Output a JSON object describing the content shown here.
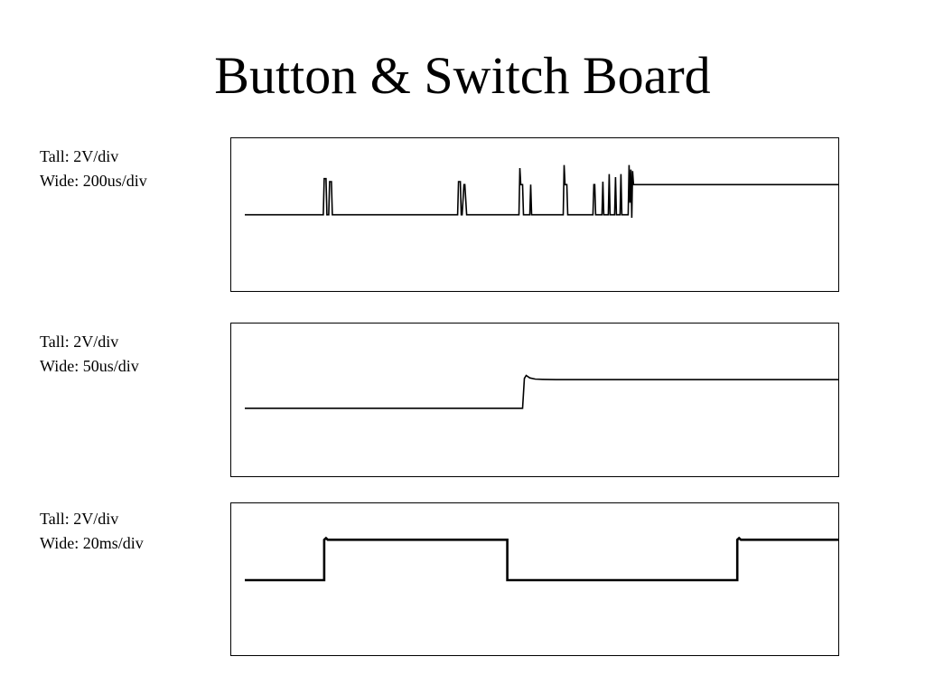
{
  "slide": {
    "title": "Button & Switch Board"
  },
  "chart_data": [
    {
      "type": "line",
      "tall_label": "Tall: 2V/div",
      "wide_label": "Wide: 200us/div",
      "x_range": [
        0,
        660
      ],
      "y_range": [
        -1,
        2
      ],
      "series": [
        {
          "x": [
            0,
            87,
            88,
            90,
            91,
            93,
            94,
            96,
            97,
            98,
            236,
            237,
            239,
            240,
            241,
            243,
            244,
            246,
            247,
            248,
            304,
            305,
            306,
            308,
            309,
            316,
            317,
            318,
            353,
            354,
            355,
            357,
            358,
            386,
            387,
            388,
            389,
            390,
            396,
            397,
            398,
            403,
            404,
            405,
            410,
            411,
            412,
            413,
            416,
            417,
            418,
            419,
            420,
            425,
            426,
            427,
            428,
            429,
            430,
            431,
            432,
            433,
            434,
            435,
            660
          ],
          "y": [
            0,
            0,
            1.2,
            1.2,
            0,
            0,
            1.1,
            1.1,
            0,
            0,
            0,
            1.1,
            1.1,
            0,
            0,
            1.0,
            1.0,
            0,
            0,
            0,
            0,
            1.55,
            1.0,
            1.0,
            0,
            0,
            1.0,
            0,
            0,
            1.65,
            1.0,
            1.0,
            0,
            0,
            1.0,
            1.0,
            0,
            0,
            0,
            1.1,
            0,
            0,
            1.35,
            0,
            0,
            1.25,
            0,
            0,
            0,
            1.35,
            0,
            0,
            0,
            0,
            1.65,
            0.4,
            1.5,
            -0.1,
            1.45,
            1.0,
            1.0,
            1.0,
            1.0,
            1.0,
            1.0
          ]
        }
      ]
    },
    {
      "type": "line",
      "tall_label": "Tall: 2V/div",
      "wide_label": "Wide: 50us/div",
      "x_range": [
        0,
        660
      ],
      "y_range": [
        -1.1,
        2.3
      ],
      "series": [
        {
          "x": [
            0,
            308,
            310,
            312,
            316,
            322,
            330,
            345,
            660
          ],
          "y": [
            0,
            0,
            1.0,
            1.1,
            1.02,
            0.98,
            0.97,
            0.96,
            0.96
          ]
        }
      ]
    },
    {
      "type": "line",
      "tall_label": "Tall: 2V/div",
      "wide_label": "Wide: 20ms/div",
      "x_range": [
        0,
        660
      ],
      "y_range": [
        -1.9,
        1.9
      ],
      "series": [
        {
          "x": [
            0,
            88,
            88,
            90,
            92,
            291,
            291,
            546,
            546,
            548,
            550,
            660
          ],
          "y": [
            0,
            0,
            1.0,
            1.04,
            1.0,
            1.0,
            0,
            0,
            1.0,
            1.04,
            1.0,
            1.0
          ]
        }
      ]
    }
  ]
}
